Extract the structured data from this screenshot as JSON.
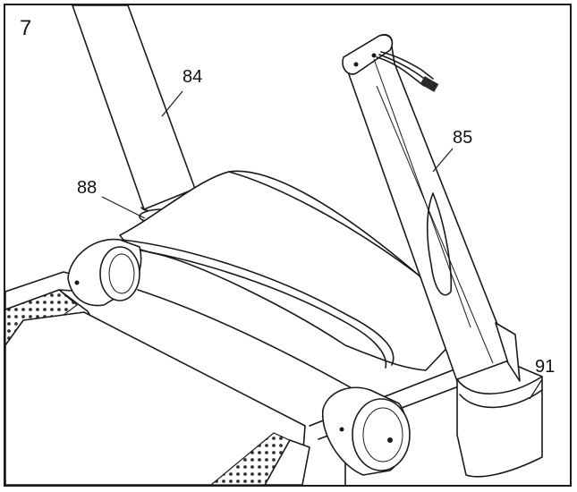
{
  "step": {
    "number": "7"
  },
  "callouts": [
    {
      "id": "84",
      "label": "84"
    },
    {
      "id": "85",
      "label": "85"
    },
    {
      "id": "88",
      "label": "88"
    },
    {
      "id": "91",
      "label": "91"
    }
  ],
  "colors": {
    "ink": "#1a1a1a",
    "paper": "#ffffff",
    "shade": "#c8c8c8"
  }
}
